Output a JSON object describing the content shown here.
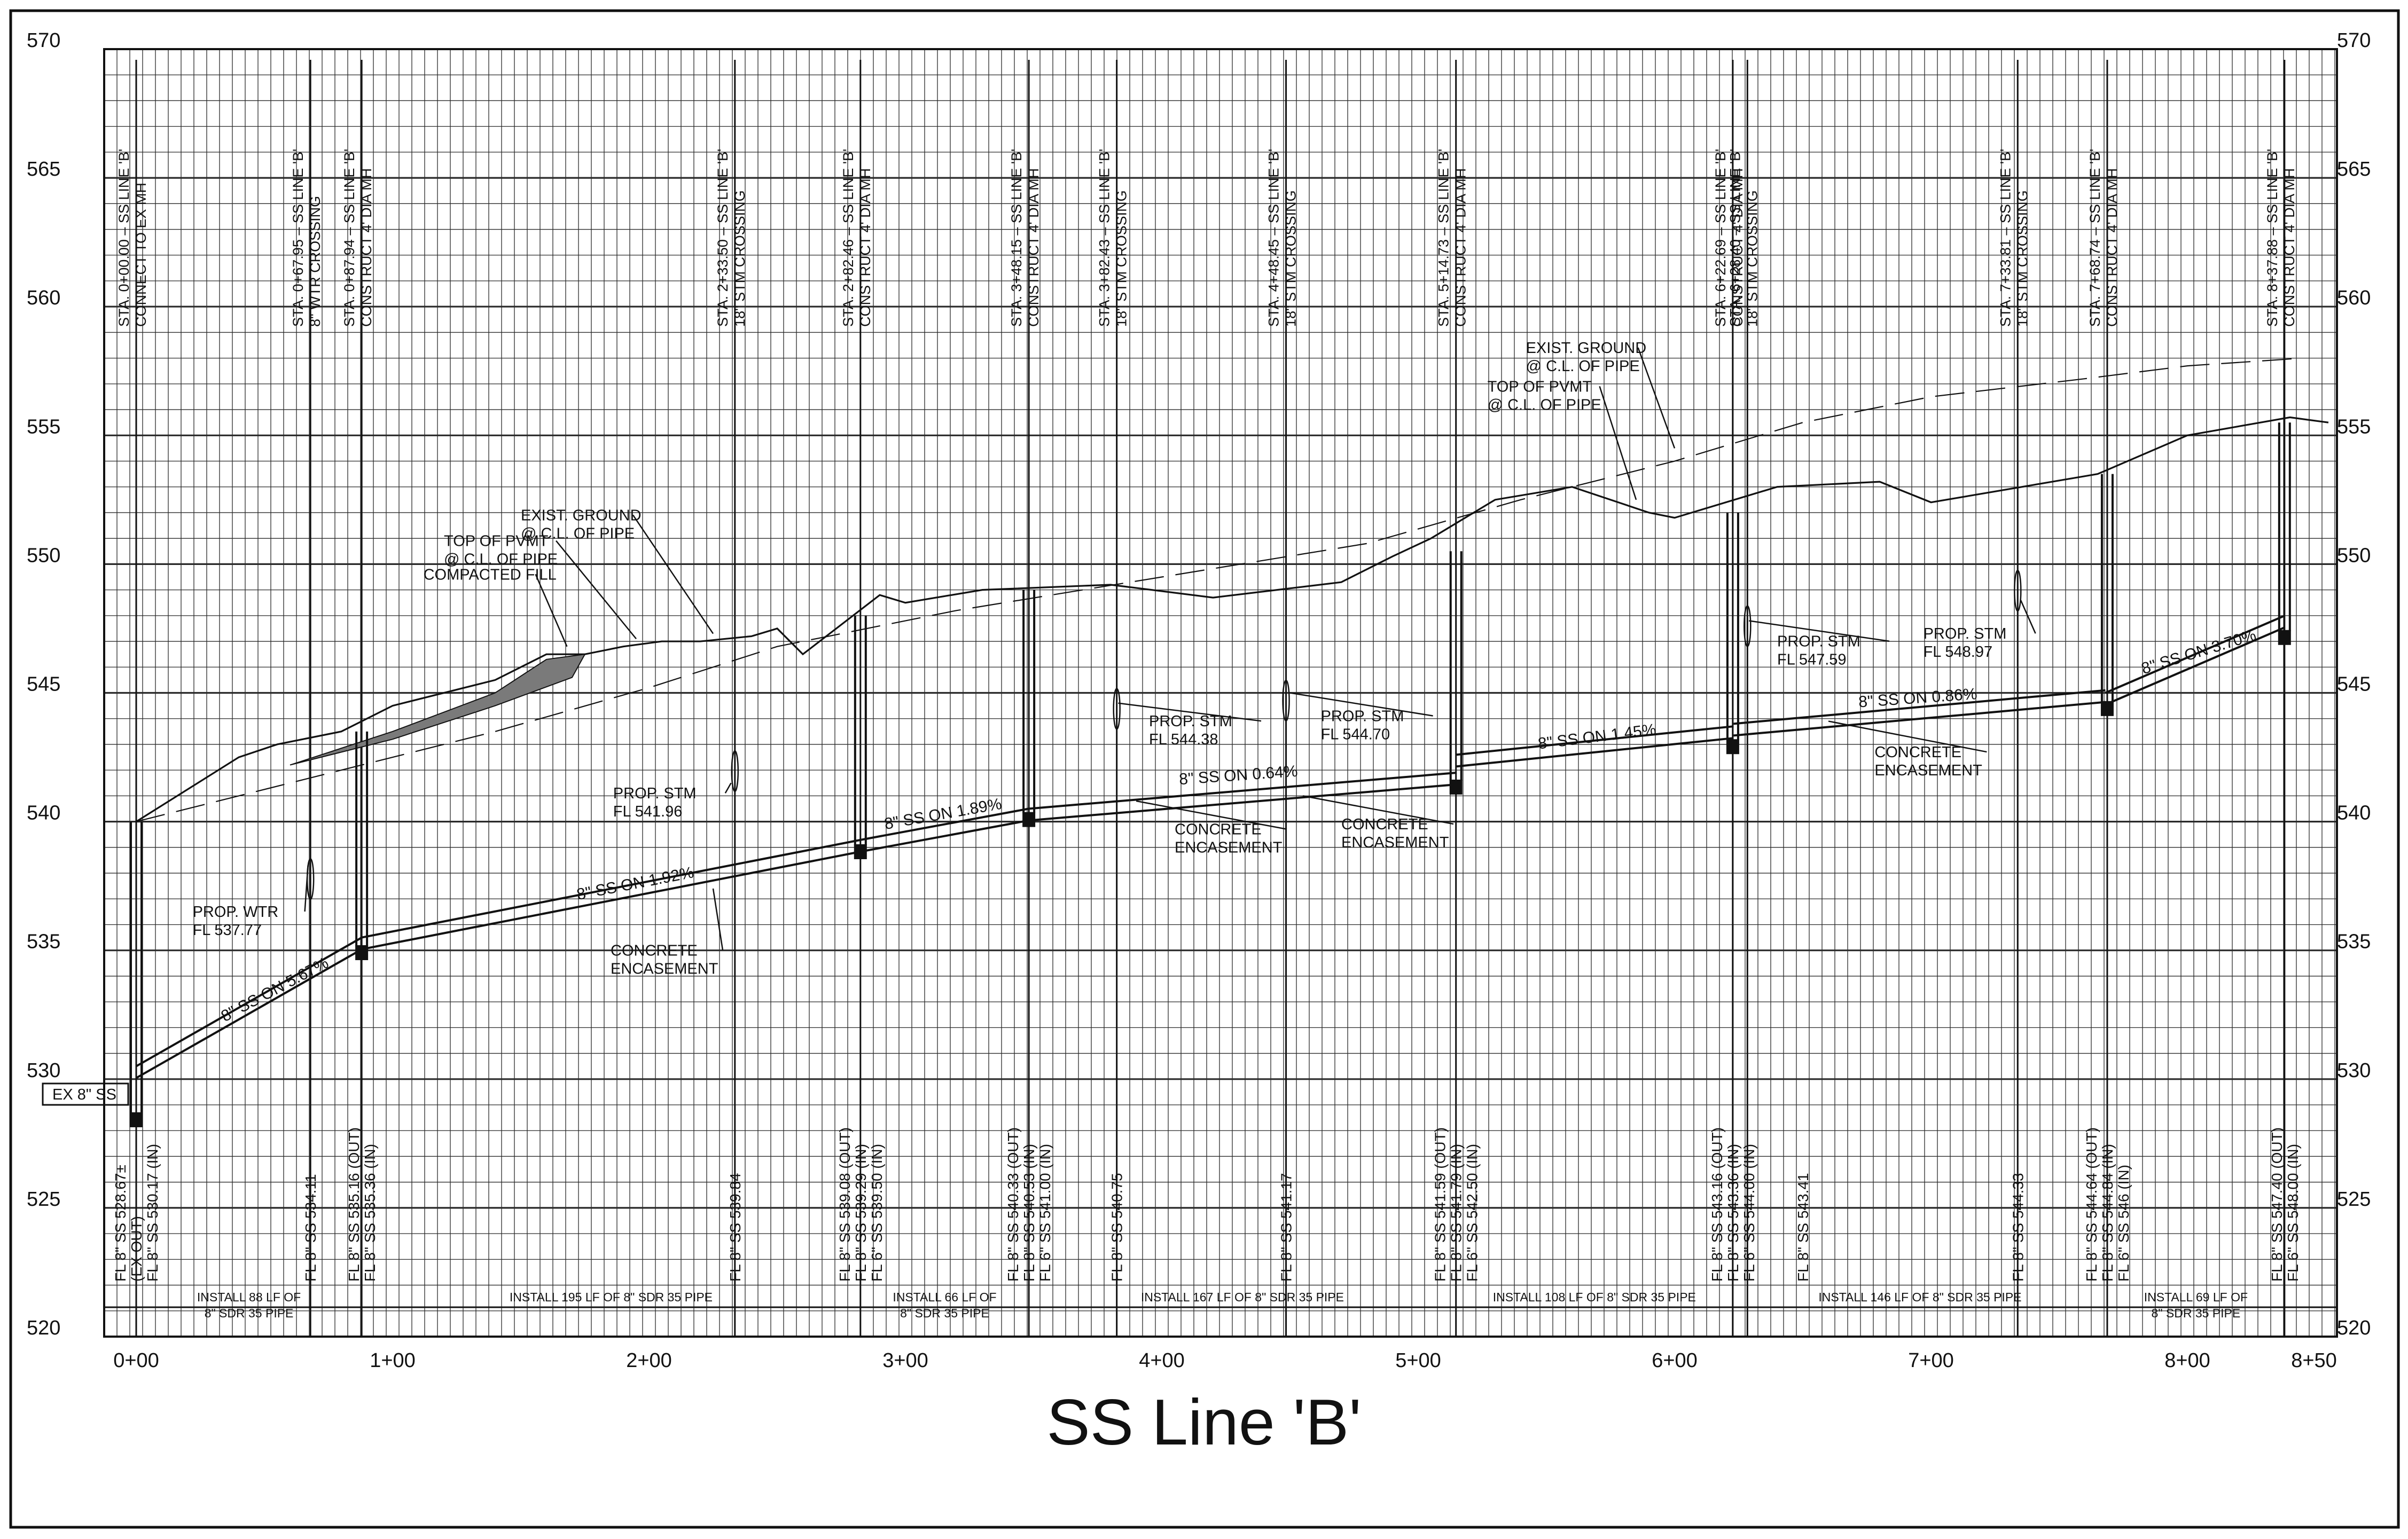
{
  "title": "SS Line 'B'",
  "colors": {
    "ink": "#111111",
    "grid": "#2a2a2a",
    "paper": "#ffffff",
    "fill": "#7a7a7a"
  },
  "axes": {
    "x_ticks": [
      "0+00",
      "1+00",
      "2+00",
      "3+00",
      "4+00",
      "5+00",
      "6+00",
      "7+00",
      "8+00",
      "8+50"
    ],
    "y_ticks": [
      "570",
      "565",
      "560",
      "555",
      "550",
      "545",
      "540",
      "535",
      "530",
      "525",
      "520"
    ],
    "x_range": [
      0,
      850
    ],
    "y_range": [
      520,
      570
    ]
  },
  "chart_data": {
    "type": "line",
    "title": "SS Line 'B'",
    "xlabel": "",
    "ylabel": "",
    "xlim": [
      0,
      850
    ],
    "ylim": [
      520,
      570
    ],
    "grid": true,
    "series": [
      {
        "name": "TOP OF PVMT",
        "kind": "solid",
        "x": [
          0,
          40,
          55,
          80,
          100,
          140,
          160,
          175,
          190,
          205,
          220,
          240,
          250,
          260,
          290,
          300,
          330,
          380,
          420,
          470,
          490,
          505,
          530,
          560,
          590,
          600,
          640,
          680,
          700,
          765,
          800,
          840,
          855
        ],
        "y": [
          540,
          542.5,
          543,
          543.5,
          544.5,
          545.5,
          546.5,
          546.5,
          546.8,
          547,
          547,
          547.2,
          547.5,
          546.5,
          548.8,
          548.5,
          549,
          549.2,
          548.7,
          549.3,
          550.3,
          551,
          552.5,
          553,
          552,
          551.8,
          553,
          553.2,
          552.4,
          553.5,
          555,
          555.7,
          555.5
        ]
      },
      {
        "name": "EXIST. GROUND",
        "kind": "dashed",
        "x": [
          0,
          100,
          140,
          200,
          250,
          320,
          400,
          480,
          540,
          600,
          650,
          700,
          760,
          800,
          845
        ],
        "y": [
          540,
          542.5,
          543.5,
          545.2,
          546.8,
          548.2,
          549.5,
          550.8,
          552.5,
          554,
          555.5,
          556.5,
          557.2,
          557.7,
          558
        ]
      },
      {
        "name": "PIPE",
        "kind": "pipe",
        "x": [
          0,
          88,
          88,
          283,
          283,
          348,
          348,
          515,
          515,
          623,
          623,
          768,
          768,
          838
        ],
        "y": [
          530.5,
          535.5,
          535.5,
          539.3,
          539.3,
          540.5,
          540.5,
          541.9,
          542.6,
          543.7,
          543.8,
          545.1,
          545,
          548
        ]
      }
    ],
    "manholes": [
      {
        "sta": 0,
        "rim": 540,
        "inv": 528.67
      },
      {
        "sta": 87.94,
        "rim": 543.5,
        "inv": 535.16
      },
      {
        "sta": 282.46,
        "rim": 548,
        "inv": 539.08
      },
      {
        "sta": 348.15,
        "rim": 549,
        "inv": 540.33
      },
      {
        "sta": 514.73,
        "rim": 550.5,
        "inv": 541.59
      },
      {
        "sta": 622.69,
        "rim": 552,
        "inv": 543.16
      },
      {
        "sta": 768.74,
        "rim": 553.5,
        "inv": 544.64
      },
      {
        "sta": 837.88,
        "rim": 555.5,
        "inv": 547.4
      }
    ],
    "crossings": [
      {
        "sta": 67.95,
        "elev": 537.77
      },
      {
        "sta": 233.5,
        "elev": 541.96
      },
      {
        "sta": 382.43,
        "elev": 544.38
      },
      {
        "sta": 448.45,
        "elev": 544.7
      },
      {
        "sta": 628.4,
        "elev": 547.59
      },
      {
        "sta": 733.81,
        "elev": 548.97
      }
    ]
  },
  "stations": [
    {
      "sta": 0,
      "l1": "STA. 0+00.00 – SS LINE 'B'",
      "l2": "CONNECT TO EX MH"
    },
    {
      "sta": 67.95,
      "l1": "STA. 0+67.95 – SS LINE 'B'",
      "l2": "8\" WTR CROSSING"
    },
    {
      "sta": 87.94,
      "l1": "STA. 0+87.94 – SS LINE 'B'",
      "l2": "CONSTRUCT 4' DIA MH"
    },
    {
      "sta": 233.5,
      "l1": "STA. 2+33.50 – SS LINE 'B'",
      "l2": "18\" STM CROSSING"
    },
    {
      "sta": 282.46,
      "l1": "STA. 2+82.46 – SS LINE 'B'",
      "l2": "CONSTRUCT 4' DIA MH"
    },
    {
      "sta": 348.15,
      "l1": "STA. 3+48.15 – SS LINE 'B'",
      "l2": "CONSTRUCT 4' DIA MH"
    },
    {
      "sta": 382.43,
      "l1": "STA. 3+82.43 – SS LINE 'B'",
      "l2": "18\" STM CROSSING"
    },
    {
      "sta": 448.45,
      "l1": "STA. 4+48.45 – SS LINE 'B'",
      "l2": "18\" STM CROSSING"
    },
    {
      "sta": 514.73,
      "l1": "STA. 5+14.73 – SS LINE 'B'",
      "l2": "CONSTRUCT 4' DIA MH"
    },
    {
      "sta": 622.69,
      "l1": "STA. 6+22.69 – SS LINE 'B'",
      "l2": "CONSTRUCT 4' DIA MH"
    },
    {
      "sta": 628.4,
      "l1": "STA. 6+28.40 – SS LINE 'B'",
      "l2": "18\" STM CROSSING"
    },
    {
      "sta": 733.81,
      "l1": "STA. 7+33.81 – SS LINE 'B'",
      "l2": "18\" STM CROSSING"
    },
    {
      "sta": 768.74,
      "l1": "STA. 7+68.74 – SS LINE 'B'",
      "l2": "CONSTRUCT 4' DIA MH"
    },
    {
      "sta": 837.88,
      "l1": "STA. 8+37.88 – SS LINE 'B'",
      "l2": "CONSTRUCT 4' DIA MH"
    }
  ],
  "inverts": [
    {
      "sta": 0,
      "lines": [
        "FL 8\" SS 528.67±",
        "(EX OUT)",
        "FL 8\" SS 530.17 (IN)"
      ]
    },
    {
      "sta": 67.95,
      "lines": [
        "FL 8\" SS 534.11"
      ]
    },
    {
      "sta": 87.94,
      "lines": [
        "FL 8\" SS 535.16 (OUT)",
        "FL 8\" SS 535.36 (IN)"
      ]
    },
    {
      "sta": 233.5,
      "lines": [
        "FL 8\" SS 539.84"
      ]
    },
    {
      "sta": 282.46,
      "lines": [
        "FL 8\" SS 539.08 (OUT)",
        "FL 8\" SS 539.29 (IN)",
        "FL 6\" SS 539.50 (IN)"
      ]
    },
    {
      "sta": 348.15,
      "lines": [
        "FL 8\" SS 540.33 (OUT)",
        "FL 8\" SS 540.53 (IN)",
        "FL 6\" SS 541.00 (IN)"
      ]
    },
    {
      "sta": 382.43,
      "lines": [
        "FL 8\" SS 540.75"
      ]
    },
    {
      "sta": 448.45,
      "lines": [
        "FL 8\" SS 541.17"
      ]
    },
    {
      "sta": 514.73,
      "lines": [
        "FL 8\" SS 541.59 (OUT)",
        "FL 8\" SS 541.79 (IN)",
        "FL 6\" SS 542.50 (IN)"
      ]
    },
    {
      "sta": 622.69,
      "lines": [
        "FL 8\" SS 543.16 (OUT)",
        "FL 8\" SS 543.36 (IN)",
        "FL 6\" SS 544.00 (IN)"
      ]
    },
    {
      "sta": 650,
      "lines": [
        "FL 8\" SS 543.41"
      ]
    },
    {
      "sta": 733.81,
      "lines": [
        "FL 8\" SS 544.33"
      ]
    },
    {
      "sta": 768.74,
      "lines": [
        "FL 8\" SS 544.64 (OUT)",
        "FL 8\" SS 544.84 (IN)",
        "FL 6\" SS 546 (IN)"
      ]
    },
    {
      "sta": 837.88,
      "lines": [
        "FL 8\" SS 547.40 (OUT)",
        "FL 6\" SS 548.00 (IN)"
      ]
    }
  ],
  "install_notes": [
    {
      "from": 0,
      "to": 87.94,
      "lines": [
        "INSTALL 88 LF OF",
        "8\" SDR 35 PIPE"
      ]
    },
    {
      "from": 87.94,
      "to": 282.46,
      "lines": [
        "INSTALL 195 LF OF 8\" SDR 35 PIPE"
      ]
    },
    {
      "from": 282.46,
      "to": 348.15,
      "lines": [
        "INSTALL 66 LF OF",
        "8\" SDR 35 PIPE"
      ]
    },
    {
      "from": 348.15,
      "to": 514.73,
      "lines": [
        "INSTALL 167 LF OF 8\" SDR 35 PIPE"
      ]
    },
    {
      "from": 514.73,
      "to": 622.69,
      "lines": [
        "INSTALL 108 LF OF 8\" SDR 35 PIPE"
      ]
    },
    {
      "from": 622.69,
      "to": 768.74,
      "lines": [
        "INSTALL 146 LF OF 8\" SDR 35 PIPE"
      ]
    },
    {
      "from": 768.74,
      "to": 837.88,
      "lines": [
        "INSTALL 69 LF OF",
        "8\" SDR 35 PIPE"
      ]
    }
  ],
  "slopes": [
    {
      "sta": 55,
      "elev": 533.3,
      "angle": -28,
      "text": "8\" SS ON 5.67%"
    },
    {
      "sta": 195,
      "elev": 537.4,
      "angle": -11,
      "text": "8\" SS ON 1.92%"
    },
    {
      "sta": 315,
      "elev": 540.1,
      "angle": -10,
      "text": "8\" SS ON 1.89%"
    },
    {
      "sta": 430,
      "elev": 541.6,
      "angle": -4,
      "text": "8\" SS ON 0.64%"
    },
    {
      "sta": 570,
      "elev": 543.1,
      "angle": -7,
      "text": "8\" SS ON 1.45%"
    },
    {
      "sta": 695,
      "elev": 544.6,
      "angle": -4,
      "text": "8\" SS ON 0.86%"
    },
    {
      "sta": 805,
      "elev": 546.4,
      "angle": -17,
      "text": "8\" SS ON 3.70%"
    }
  ],
  "callouts": [
    {
      "lines": [
        "EXIST. GROUND",
        "@ C.L. OF PIPE"
      ],
      "sta": 150,
      "elev": 551.7,
      "tsta": 225,
      "telev": 547.3
    },
    {
      "lines": [
        "TOP OF PVMT",
        "@ C.L. OF PIPE"
      ],
      "sta": 120,
      "elev": 550.7,
      "tsta": 195,
      "telev": 547.1
    },
    {
      "lines": [
        "COMPACTED FILL"
      ],
      "sta": 112,
      "elev": 549.4,
      "tsta": 168,
      "telev": 546.8
    },
    {
      "lines": [
        "EXIST. GROUND",
        "@ C.L. OF PIPE"
      ],
      "sta": 542,
      "elev": 558.2,
      "tsta": 600,
      "telev": 554.5
    },
    {
      "lines": [
        "TOP OF PVMT",
        "@ C.L. OF PIPE"
      ],
      "sta": 527,
      "elev": 556.7,
      "tsta": 585,
      "telev": 552.5
    },
    {
      "lines": [
        "PROP. WTR",
        "FL 537.77"
      ],
      "sta": 22,
      "elev": 536.3,
      "tsta": 67,
      "telev": 538.3
    },
    {
      "lines": [
        "PROP. STM",
        "FL 541.96"
      ],
      "sta": 186,
      "elev": 540.9,
      "tsta": 232,
      "telev": 541.5
    },
    {
      "lines": [
        "PROP. STM",
        "FL 544.38"
      ],
      "sta": 395,
      "elev": 543.7,
      "tsta": 383,
      "telev": 544.6
    },
    {
      "lines": [
        "PROP. STM",
        "FL 544.70"
      ],
      "sta": 462,
      "elev": 543.9,
      "tsta": 450,
      "telev": 545
    },
    {
      "lines": [
        "PROP. STM",
        "FL 547.59"
      ],
      "sta": 640,
      "elev": 546.8,
      "tsta": 629,
      "telev": 547.8
    },
    {
      "lines": [
        "PROP. STM",
        "FL 548.97"
      ],
      "sta": 697,
      "elev": 547.1,
      "tsta": 735,
      "telev": 548.6
    },
    {
      "lines": [
        "CONCRETE",
        "ENCASEMENT"
      ],
      "sta": 185,
      "elev": 534.8,
      "tsta": 225,
      "telev": 537.4
    },
    {
      "lines": [
        "CONCRETE",
        "ENCASEMENT"
      ],
      "sta": 405,
      "elev": 539.5,
      "tsta": 390,
      "telev": 540.8
    },
    {
      "lines": [
        "CONCRETE",
        "ENCASEMENT"
      ],
      "sta": 470,
      "elev": 539.7,
      "tsta": 455,
      "telev": 541
    },
    {
      "lines": [
        "CONCRETE",
        "ENCASEMENT"
      ],
      "sta": 678,
      "elev": 542.5,
      "tsta": 660,
      "telev": 543.9
    }
  ],
  "ex_ss_label": "EX 8\" SS"
}
